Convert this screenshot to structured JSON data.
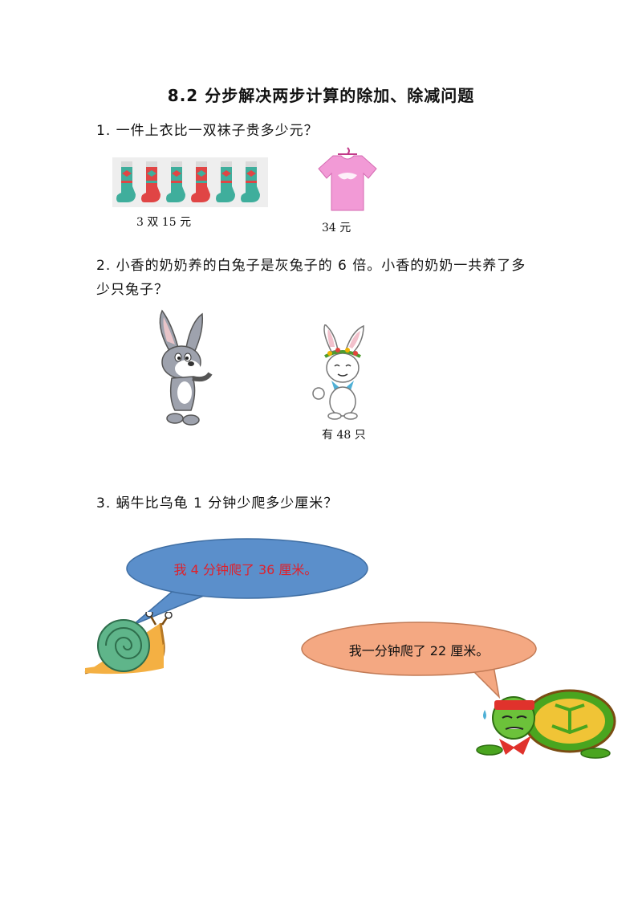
{
  "title": "8.2 分步解决两步计算的除加、除减问题",
  "q1": {
    "text": "1. 一件上衣比一双袜子贵多少元？",
    "socks_caption": "3 双 15 元",
    "shirt_caption": "34 元"
  },
  "q2": {
    "line1": "2.  小香的奶奶养的白兔子是灰兔子的 6 倍。小香的奶奶一共养了多",
    "line2": "少只兔子？",
    "white_rabbit_caption": "有 48 只"
  },
  "q3": {
    "text": "3.  蜗牛比乌龟 1 分钟少爬多少厘米？",
    "snail_speech": "我 4 分钟爬了 36 厘米。",
    "turtle_speech": "我一分钟爬了 22 厘米。"
  },
  "colors": {
    "snail_bubble": "#5b8fcb",
    "turtle_bubble": "#f4a882",
    "snail_speech_text": "#e0202a",
    "turtle_speech_text": "#111111",
    "shirt": "#f29ad6",
    "sock_teal": "#3fae9c",
    "sock_red": "#e04545"
  }
}
